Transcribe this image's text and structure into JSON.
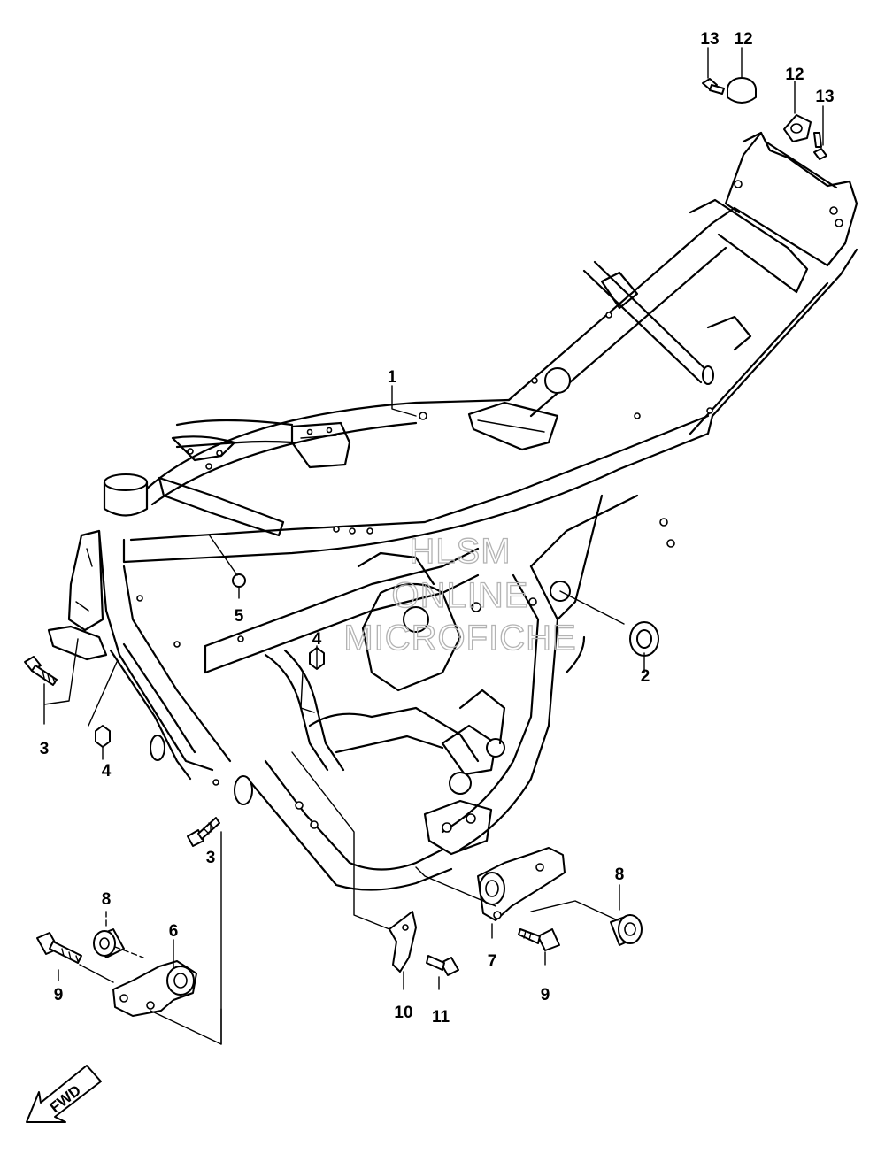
{
  "diagram": {
    "part_labels": [
      {
        "id": "p1",
        "text": "1"
      },
      {
        "id": "p2",
        "text": "2"
      },
      {
        "id": "p3a",
        "text": "3"
      },
      {
        "id": "p3b",
        "text": "3"
      },
      {
        "id": "p4a",
        "text": "4"
      },
      {
        "id": "p4b",
        "text": "4"
      },
      {
        "id": "p5",
        "text": "5"
      },
      {
        "id": "p6",
        "text": "6"
      },
      {
        "id": "p7",
        "text": "7"
      },
      {
        "id": "p8a",
        "text": "8"
      },
      {
        "id": "p8b",
        "text": "8"
      },
      {
        "id": "p9a",
        "text": "9"
      },
      {
        "id": "p9b",
        "text": "9"
      },
      {
        "id": "p10",
        "text": "10"
      },
      {
        "id": "p11",
        "text": "11"
      },
      {
        "id": "p12a",
        "text": "12"
      },
      {
        "id": "p12b",
        "text": "12"
      },
      {
        "id": "p13a",
        "text": "13"
      },
      {
        "id": "p13b",
        "text": "13"
      }
    ],
    "fwd_arrow": {
      "text": "FWD"
    },
    "watermark": {
      "line1": "HLSM",
      "line2": "ONLINE",
      "line3": "MICROFICHE"
    }
  }
}
